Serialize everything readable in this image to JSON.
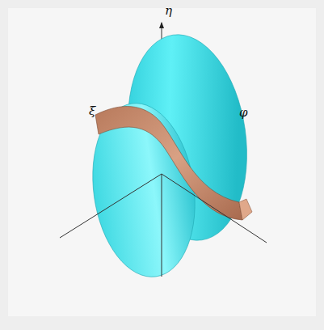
{
  "diagram": {
    "labels": [
      "η",
      "ξ",
      "φ"
    ]
  }
}
